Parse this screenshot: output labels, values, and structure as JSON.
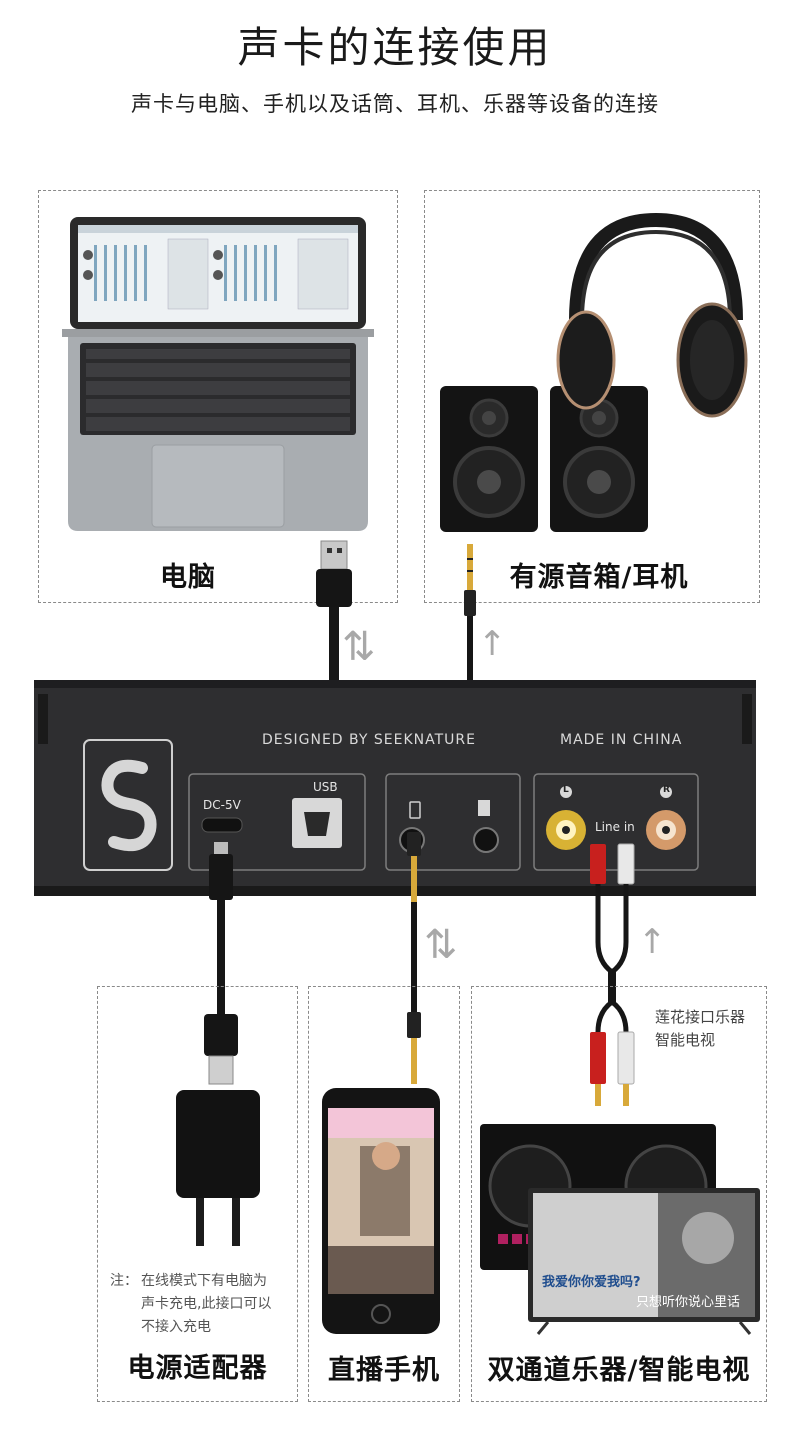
{
  "header": {
    "title": "声卡的连接使用",
    "subtitle": "声卡与电脑、手机以及话筒、耳机、乐器等设备的连接"
  },
  "top_boxes": [
    {
      "label": "电脑"
    },
    {
      "label": "有源音箱/耳机"
    }
  ],
  "sound_card": {
    "designed_by": "DESIGNED BY SEEKNATURE",
    "made_in": "MADE IN CHINA",
    "dc_label": "DC-5V",
    "usb_label": "USB",
    "line_in_label": "Line in",
    "left_label": "L",
    "right_label": "R"
  },
  "bottom_boxes": [
    {
      "label": "电源适配器",
      "note_prefix": "注：",
      "note": [
        "在线模式下有电脑为",
        "声卡充电,此接口可以",
        "不接入充电"
      ]
    },
    {
      "label": "直播手机"
    },
    {
      "label": "双通道乐器/智能电视",
      "side_note": [
        "莲花接口乐器",
        "智能电视"
      ],
      "tv_caption_1": "我爱你你爱我吗?",
      "tv_caption_2": "只想听你说心里话"
    }
  ],
  "arrows": {
    "bidirectional": "⇅",
    "up": "↑"
  },
  "colors": {
    "device_panel": "#2e2e30",
    "cable": "#161616",
    "rca_red": "#c8201e",
    "rca_white": "#e8e8e8",
    "gold": "#d8a93a",
    "arrow_gray": "#a8a8a8"
  }
}
